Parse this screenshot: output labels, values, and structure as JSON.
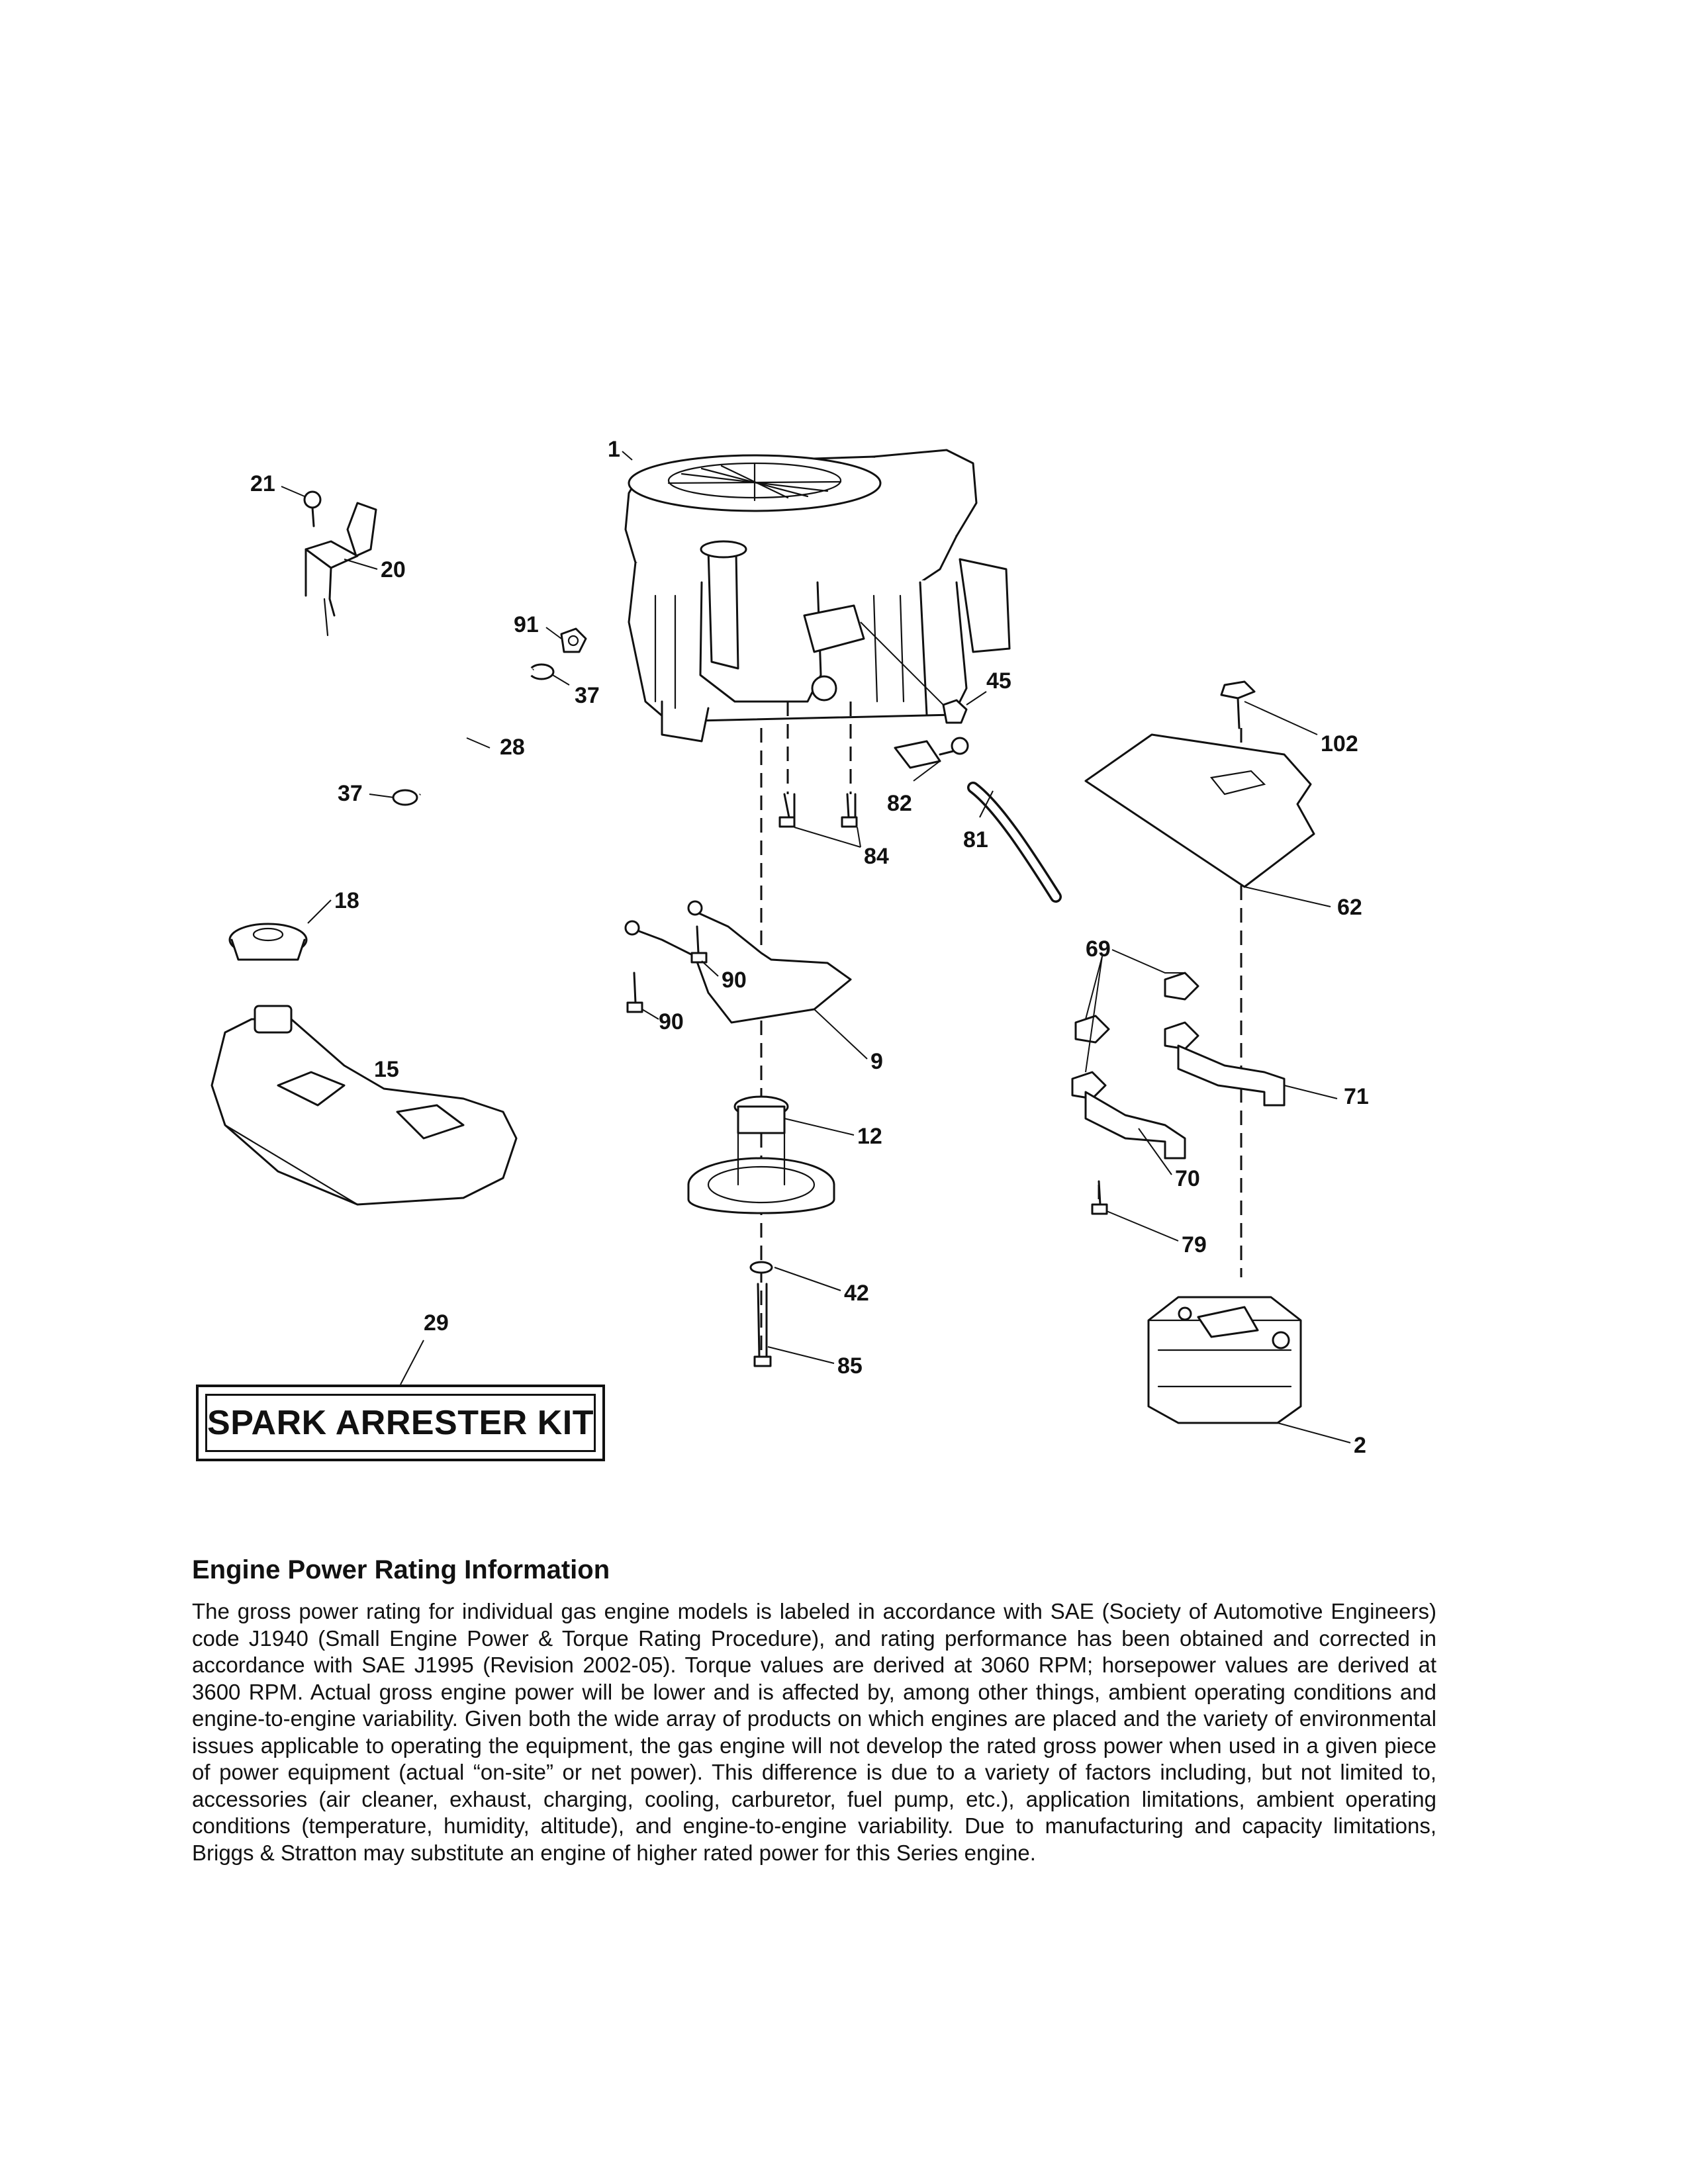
{
  "callouts": {
    "c1": "1",
    "c2": "2",
    "c9": "9",
    "c12": "12",
    "c15": "15",
    "c18": "18",
    "c20": "20",
    "c21": "21",
    "c28": "28",
    "c29": "29",
    "c37a": "37",
    "c37b": "37",
    "c42": "42",
    "c45": "45",
    "c62": "62",
    "c69": "69",
    "c70": "70",
    "c71": "71",
    "c79": "79",
    "c81": "81",
    "c82": "82",
    "c84": "84",
    "c85": "85",
    "c90a": "90",
    "c90b": "90",
    "c91": "91",
    "c102": "102"
  },
  "spark_arrester": {
    "label": "SPARK ARRESTER KIT"
  },
  "info": {
    "title": "Engine Power Rating Information",
    "body": "The gross power rating for individual gas engine models is labeled in accordance with SAE (Society of Automotive Engineers) code J1940 (Small Engine Power & Torque Rating Procedure), and rating performance has been obtained and corrected in accordance with SAE J1995 (Revision 2002-05). Torque values are derived at 3060 RPM; horsepower values are derived at 3600 RPM. Actual gross engine power will be lower and is affected by, among other things, ambient operating conditions and engine-to-engine variability. Given both the wide array of products on which engines are placed and the variety of environmental issues applicable to operating the equipment, the gas engine will not develop the rated gross power when used in a given piece of power equipment (actual “on-site” or net power). This difference is due to a variety of factors including, but not limited to, accessories (air cleaner, exhaust, charging, cooling, carburetor, fuel pump, etc.), application limitations, ambient operating conditions (temperature, humidity, altitude), and engine-to-engine variability. Due to manufacturing and capacity limitations, Briggs & Stratton may substitute an engine of higher rated power for this Series engine."
  }
}
